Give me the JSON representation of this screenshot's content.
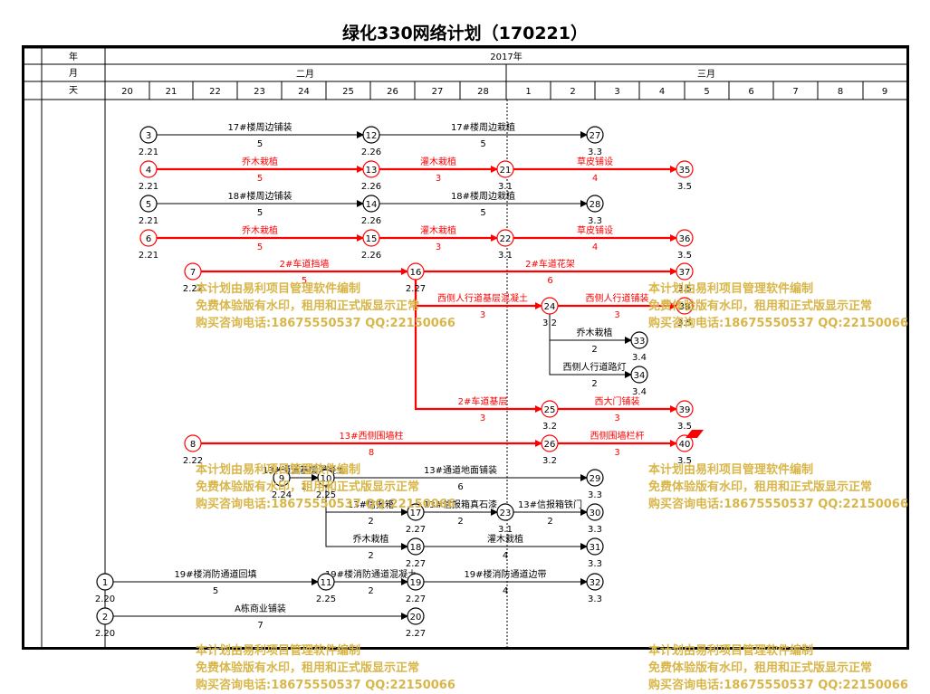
{
  "title": "绿化330网络计划（170221）",
  "header": {
    "row_labels": [
      "年",
      "月",
      "天"
    ],
    "year": "2017年",
    "months": [
      "二月",
      "三月"
    ],
    "days": [
      "20",
      "21",
      "22",
      "23",
      "24",
      "25",
      "26",
      "27",
      "28",
      "1",
      "2",
      "3",
      "4",
      "5",
      "6",
      "7",
      "8",
      "9"
    ]
  },
  "colors": {
    "critical": "#ff0000",
    "normal": "#000000",
    "watermark": "#d8b64a"
  },
  "nodes": [
    {
      "id": "1",
      "date": "2.20",
      "critical": false
    },
    {
      "id": "2",
      "date": "2.20",
      "critical": false
    },
    {
      "id": "3",
      "date": "2.21",
      "critical": false
    },
    {
      "id": "4",
      "date": "2.21",
      "critical": true
    },
    {
      "id": "5",
      "date": "2.21",
      "critical": false
    },
    {
      "id": "6",
      "date": "2.21",
      "critical": true
    },
    {
      "id": "7",
      "date": "2.22",
      "critical": true
    },
    {
      "id": "8",
      "date": "2.22",
      "critical": true
    },
    {
      "id": "9",
      "date": "2.24",
      "critical": false
    },
    {
      "id": "10",
      "date": "2.25",
      "critical": false
    },
    {
      "id": "11",
      "date": "2.25",
      "critical": false
    },
    {
      "id": "12",
      "date": "2.26",
      "critical": false
    },
    {
      "id": "13",
      "date": "2.26",
      "critical": true
    },
    {
      "id": "14",
      "date": "2.26",
      "critical": false
    },
    {
      "id": "15",
      "date": "2.26",
      "critical": true
    },
    {
      "id": "16",
      "date": "2.27",
      "critical": true
    },
    {
      "id": "17",
      "date": "2.27",
      "critical": false
    },
    {
      "id": "18",
      "date": "2.27",
      "critical": false
    },
    {
      "id": "19",
      "date": "2.27",
      "critical": false
    },
    {
      "id": "20",
      "date": "2.27",
      "critical": false
    },
    {
      "id": "21",
      "date": "3.1",
      "critical": true
    },
    {
      "id": "22",
      "date": "3.1",
      "critical": true
    },
    {
      "id": "23",
      "date": "3.1",
      "critical": false
    },
    {
      "id": "24",
      "date": "3.2",
      "critical": true
    },
    {
      "id": "25",
      "date": "3.2",
      "critical": true
    },
    {
      "id": "26",
      "date": "3.2",
      "critical": true
    },
    {
      "id": "27",
      "date": "3.3",
      "critical": false
    },
    {
      "id": "28",
      "date": "3.3",
      "critical": false
    },
    {
      "id": "29",
      "date": "3.3",
      "critical": false
    },
    {
      "id": "30",
      "date": "3.3",
      "critical": false
    },
    {
      "id": "31",
      "date": "3.3",
      "critical": false
    },
    {
      "id": "32",
      "date": "3.3",
      "critical": false
    },
    {
      "id": "33",
      "date": "3.4",
      "critical": false
    },
    {
      "id": "34",
      "date": "3.4",
      "critical": false
    },
    {
      "id": "35",
      "date": "3.5",
      "critical": true
    },
    {
      "id": "36",
      "date": "3.5",
      "critical": true
    },
    {
      "id": "37",
      "date": "3.5",
      "critical": true
    },
    {
      "id": "38",
      "date": "3.5",
      "critical": true
    },
    {
      "id": "39",
      "date": "3.5",
      "critical": true
    },
    {
      "id": "40",
      "date": "3.5",
      "critical": true
    }
  ],
  "activities": [
    {
      "from": "3",
      "to": "12",
      "name": "17#楼周边铺装",
      "duration": "5",
      "critical": false
    },
    {
      "from": "12",
      "to": "27",
      "name": "17#楼周边栽植",
      "duration": "5",
      "critical": false
    },
    {
      "from": "4",
      "to": "13",
      "name": "乔木栽植",
      "duration": "5",
      "critical": true
    },
    {
      "from": "13",
      "to": "21",
      "name": "灌木栽植",
      "duration": "3",
      "critical": true
    },
    {
      "from": "21",
      "to": "35",
      "name": "草皮铺设",
      "duration": "4",
      "critical": true
    },
    {
      "from": "5",
      "to": "14",
      "name": "18#楼周边铺装",
      "duration": "5",
      "critical": false
    },
    {
      "from": "14",
      "to": "28",
      "name": "18#楼周边栽植",
      "duration": "5",
      "critical": false
    },
    {
      "from": "6",
      "to": "15",
      "name": "乔木栽植",
      "duration": "5",
      "critical": true
    },
    {
      "from": "15",
      "to": "22",
      "name": "灌木栽植",
      "duration": "3",
      "critical": true
    },
    {
      "from": "22",
      "to": "36",
      "name": "草皮铺设",
      "duration": "4",
      "critical": true
    },
    {
      "from": "7",
      "to": "16",
      "name": "2#车道挡墙",
      "duration": "5",
      "critical": true
    },
    {
      "from": "16",
      "to": "37",
      "name": "2#车道花架",
      "duration": "6",
      "critical": true
    },
    {
      "from": "16",
      "to": "24",
      "name": "西侧人行道基层混凝土",
      "duration": "3",
      "critical": true
    },
    {
      "from": "24",
      "to": "38",
      "name": "西侧人行道铺装",
      "duration": "3",
      "critical": true
    },
    {
      "from": "24",
      "to": "33",
      "name": "乔木栽植",
      "duration": "2",
      "critical": false
    },
    {
      "from": "24",
      "to": "34",
      "name": "西侧人行道路灯",
      "duration": "2",
      "critical": false
    },
    {
      "from": "16",
      "to": "25",
      "name": "2#车道基层",
      "duration": "3",
      "critical": true
    },
    {
      "from": "25",
      "to": "39",
      "name": "西大门铺装",
      "duration": "3",
      "critical": true
    },
    {
      "from": "8",
      "to": "26",
      "name": "13#西侧围墙柱",
      "duration": "8",
      "critical": true
    },
    {
      "from": "26",
      "to": "40",
      "name": "西侧围墙栏杆",
      "duration": "3",
      "critical": true
    },
    {
      "from": "9",
      "to": "10",
      "name": "13#通道基层混凝土",
      "duration": "1",
      "critical": false
    },
    {
      "from": "10",
      "to": "29",
      "name": "13#通道地面铺装",
      "duration": "6",
      "critical": false
    },
    {
      "from": "10",
      "to": "17",
      "name": "13#信报箱",
      "duration": "2",
      "critical": false
    },
    {
      "from": "17",
      "to": "23",
      "name": "13#信报箱真石漆",
      "duration": "2",
      "critical": false
    },
    {
      "from": "23",
      "to": "30",
      "name": "13#信报箱铁门",
      "duration": "2",
      "critical": false
    },
    {
      "from": "10",
      "to": "18",
      "name": "乔木栽植",
      "duration": "2",
      "critical": false
    },
    {
      "from": "18",
      "to": "31",
      "name": "灌木栽植",
      "duration": "4",
      "critical": false
    },
    {
      "from": "1",
      "to": "11",
      "name": "19#楼消防通道回填",
      "duration": "5",
      "critical": false
    },
    {
      "from": "11",
      "to": "19",
      "name": "19#楼消防通道混凝土",
      "duration": "2",
      "critical": false
    },
    {
      "from": "19",
      "to": "32",
      "name": "19#楼消防通道边带",
      "duration": "4",
      "critical": false
    },
    {
      "from": "2",
      "to": "20",
      "name": "A栋商业铺装",
      "duration": "7",
      "critical": false
    }
  ],
  "watermark": {
    "line1": "本计划由易利项目管理软件编制",
    "line2": "免费体验版有水印，租用和正式版显示正常",
    "line3": "购买咨询电话:18675550537 QQ:22150066"
  }
}
